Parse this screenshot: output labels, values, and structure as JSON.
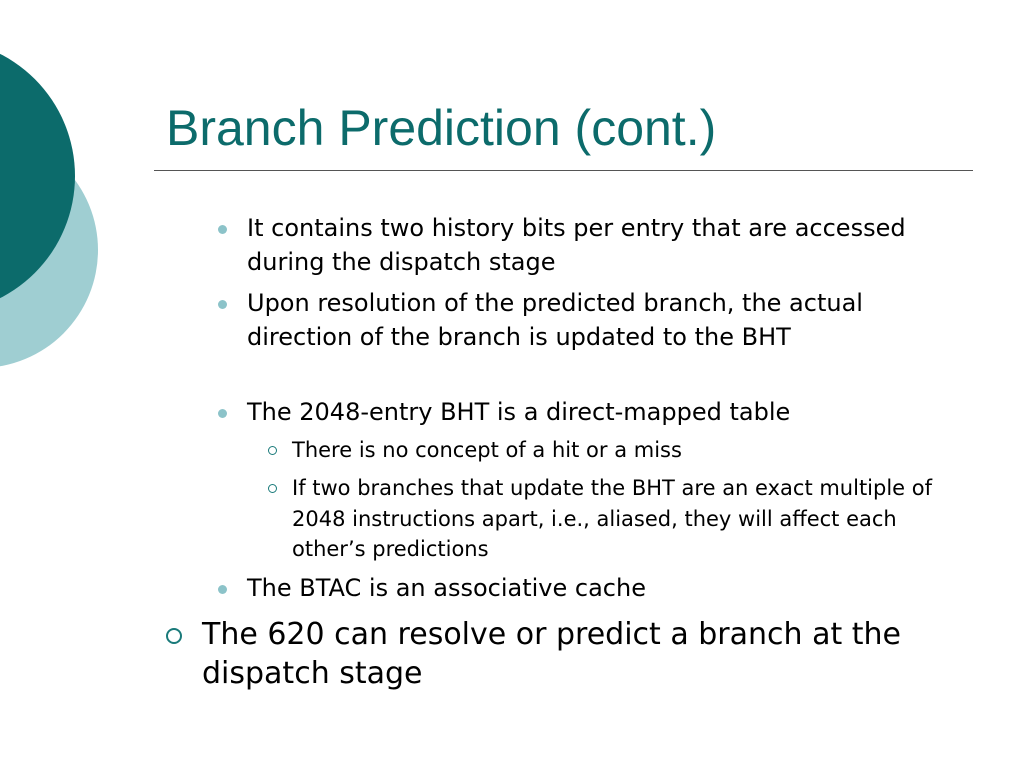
{
  "slide": {
    "title": "Branch Prediction (cont.)",
    "colors": {
      "title": "#0c6b6b",
      "dark_circle": "#0c6b6b",
      "light_circle": "#9fced2",
      "bullet": "#8cc3c9",
      "sub_bullet": "#1a7a7a"
    }
  },
  "bullets": {
    "b1": "It contains two history bits per entry that are accessed during the dispatch stage",
    "b2": "Upon resolution of the predicted branch, the actual direction of the branch is updated to the BHT",
    "b3": "The 2048-entry BHT is a direct-mapped table",
    "b3_sub1": "There is no concept of a hit or a miss",
    "b3_sub2": "If two branches that update the BHT are an exact multiple of 2048 instructions apart, i.e., aliased, they will affect each other’s predictions",
    "b4": "The BTAC is an associative cache",
    "main": "The 620 can resolve or predict a branch at the dispatch stage"
  },
  "icons": {
    "bullet": "filled-dot",
    "sub_bullet": "hollow-circle",
    "main_bullet": "hollow-circle"
  }
}
